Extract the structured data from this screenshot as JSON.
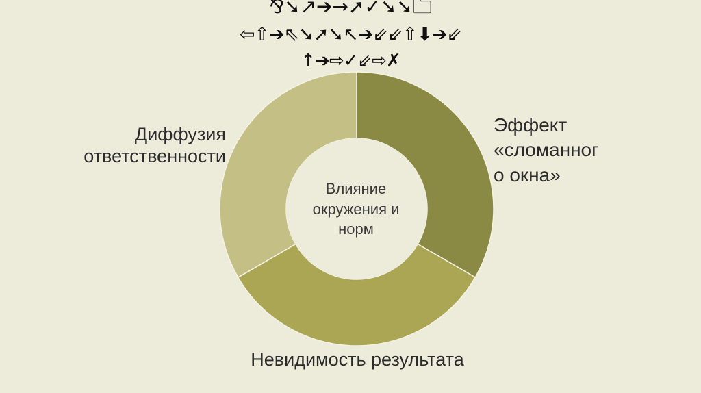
{
  "symbols": {
    "row1": "⅋➘↗➔→➚✓➘➘🗀",
    "row2": "⇦⇧➔⇖➘➚➘↖➔⇙⇙⇧⬇➔⇙",
    "row3": "↑➔⇨✓⇙⇨✗"
  },
  "diagram": {
    "center": "Влияние\nокружения и\nнорм",
    "segments": [
      {
        "label": "Эффект\n«сломанног\nо окна»",
        "fraction": 0.3333,
        "color": "#8b8a45"
      },
      {
        "label": "Невидимость результата",
        "fraction": 0.3333,
        "color": "#aaa654"
      },
      {
        "label": "Диффузия ответственности",
        "fraction": 0.3334,
        "color": "#c4bf84"
      }
    ],
    "ring_border_color": "#f4f3e4",
    "background_color": "#edecda"
  }
}
